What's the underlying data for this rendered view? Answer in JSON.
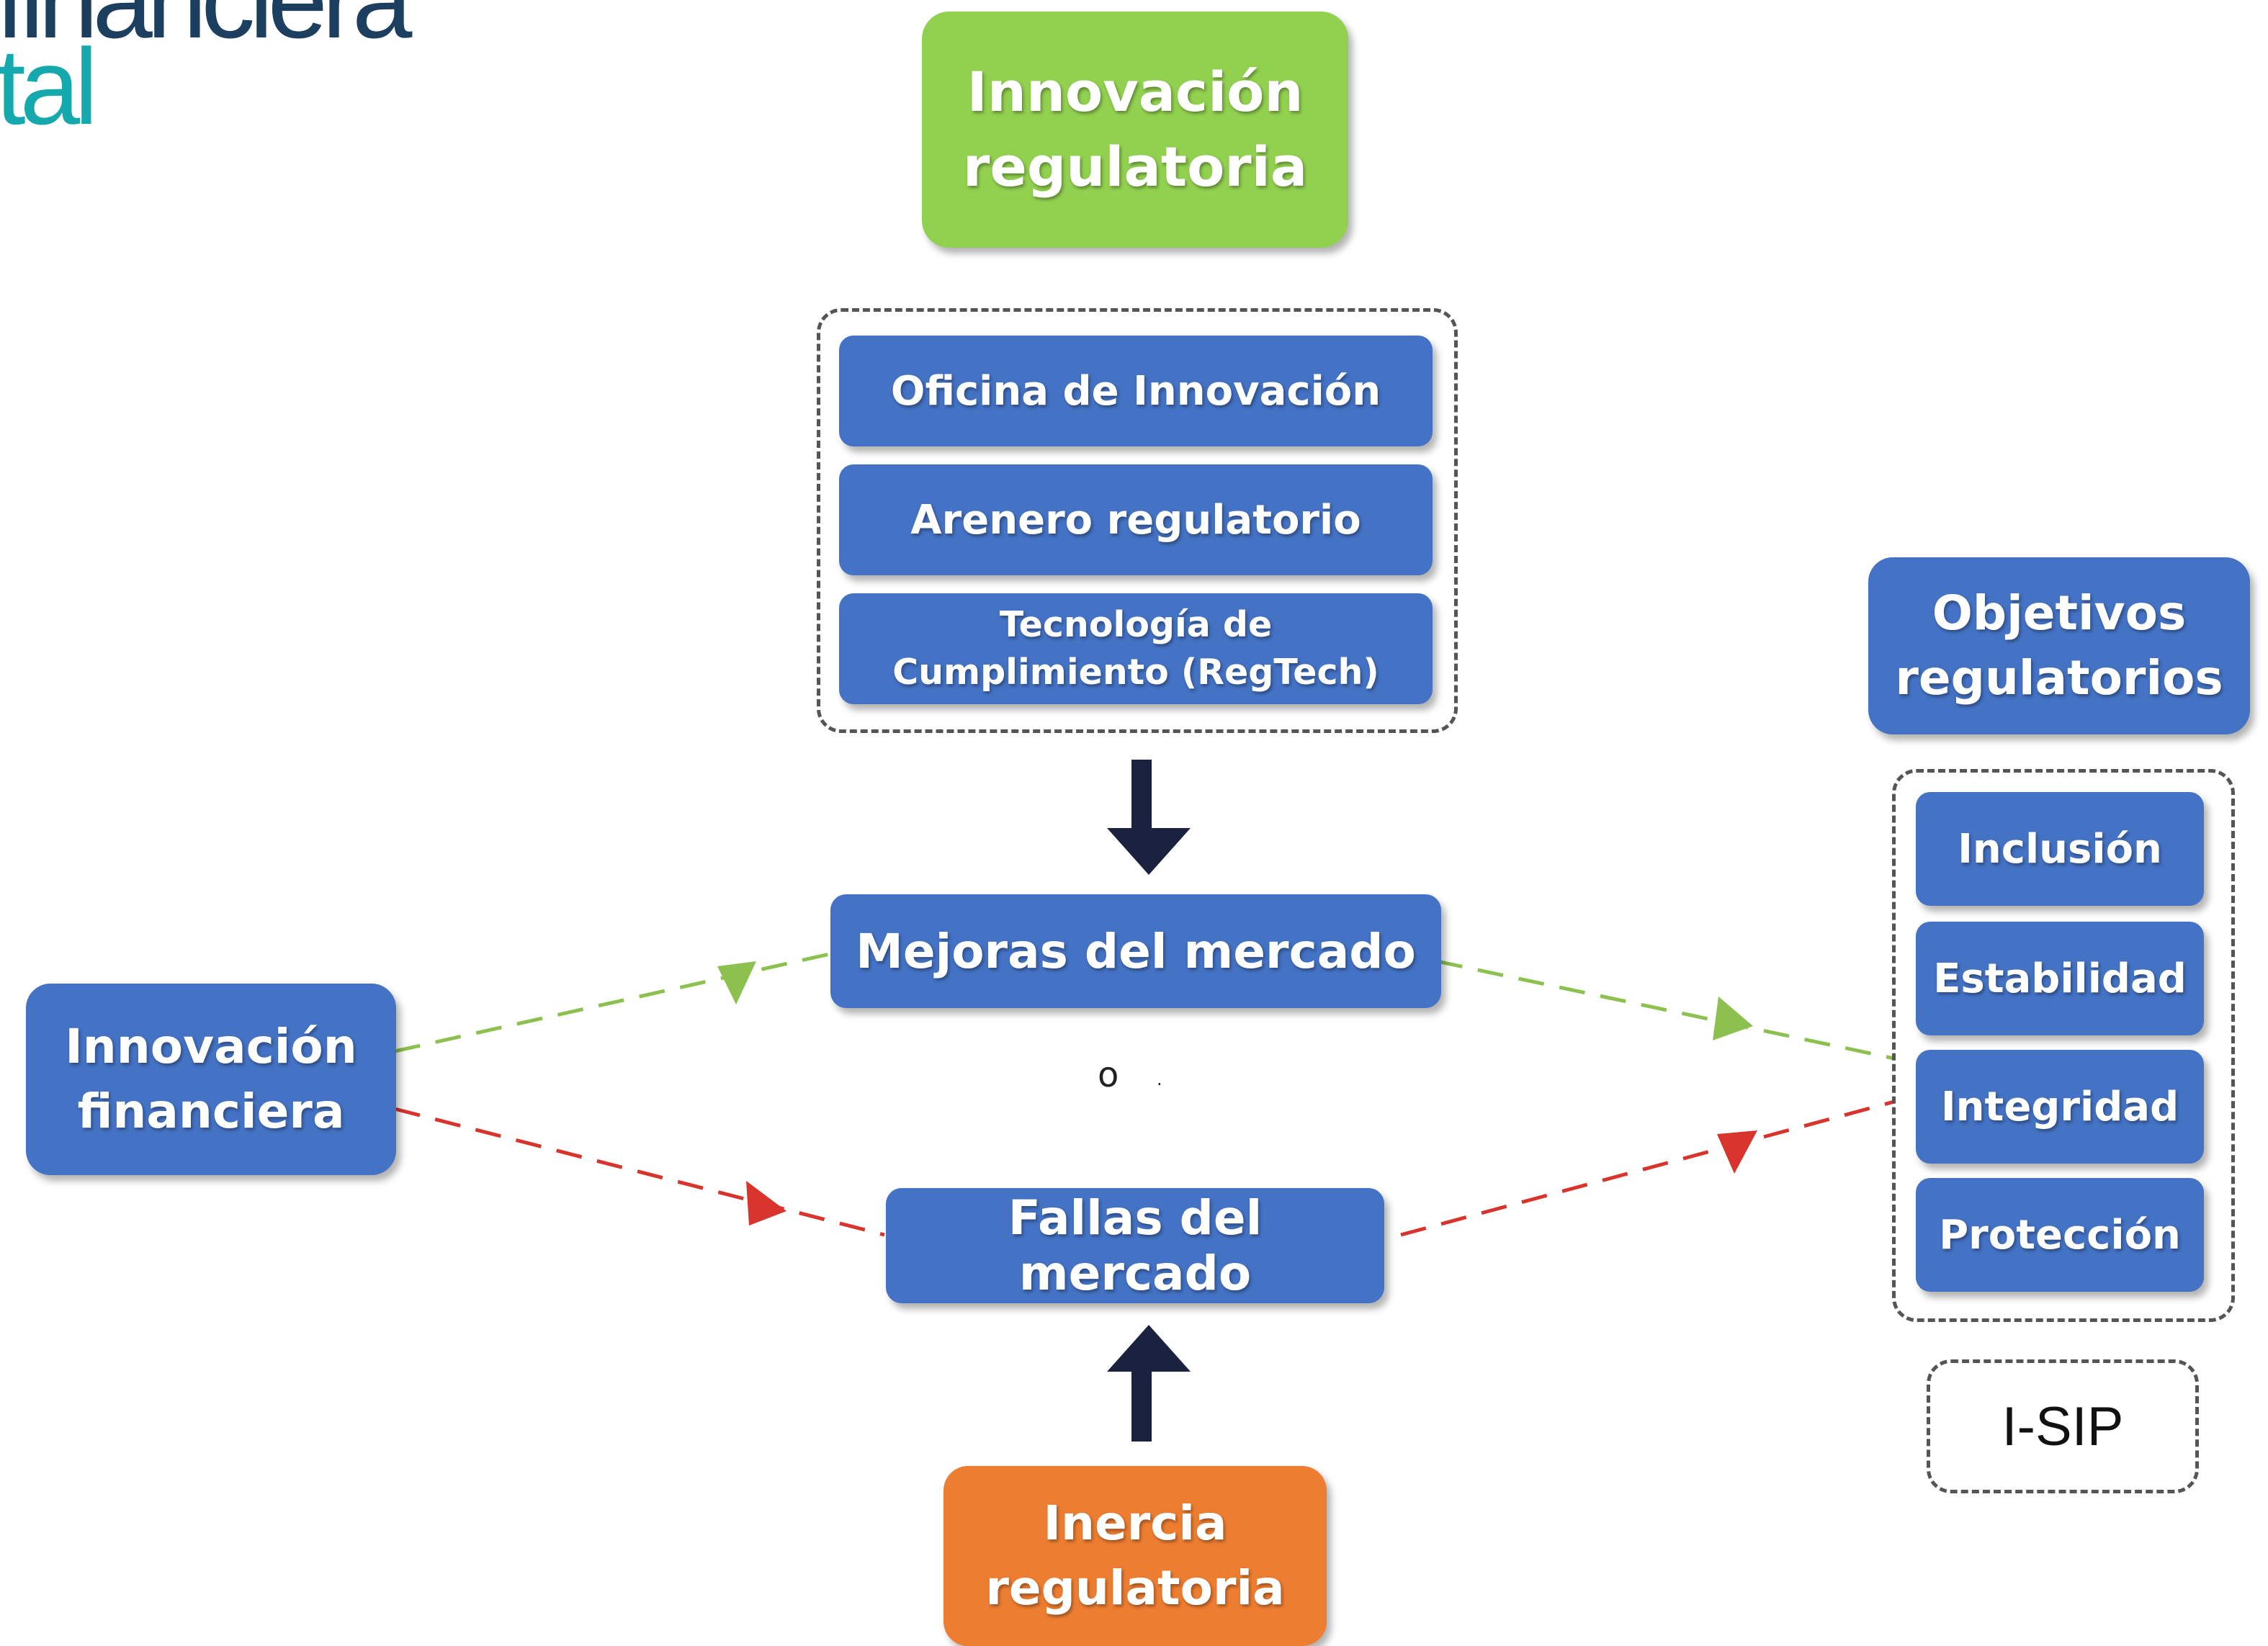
{
  "logo": {
    "line1": "financiera",
    "line2": "tal"
  },
  "regulatory_innovation": {
    "label": "Innovación regulatoria"
  },
  "tools": [
    {
      "label": "Oficina de Innovación"
    },
    {
      "label": "Arenero regulatorio"
    },
    {
      "label": "Tecnología de Cumplimiento (RegTech)"
    }
  ],
  "market_improvements": {
    "label": "Mejoras del mercado"
  },
  "separator": {
    "text": "o",
    "dot": "."
  },
  "market_failures": {
    "label": "Fallas del mercado"
  },
  "regulatory_inertia": {
    "label": "Inercia regulatoria"
  },
  "financial_innovation": {
    "label": "Innovación financiera"
  },
  "objectives": {
    "title": "Objetivos regulatorios",
    "items": [
      {
        "label": "Inclusión"
      },
      {
        "label": "Estabilidad"
      },
      {
        "label": "Integridad"
      },
      {
        "label": "Protección"
      }
    ]
  },
  "isip": {
    "label": "I-SIP"
  },
  "colors": {
    "blue": "#4472c4",
    "green": "#92d050",
    "orange": "#ed7d31",
    "dark_arrow": "#1a2240",
    "green_dash": "#8cc04f",
    "red_dash": "#d9342b",
    "logo_dark": "#1c3f5f",
    "logo_teal": "#15a8ad"
  }
}
